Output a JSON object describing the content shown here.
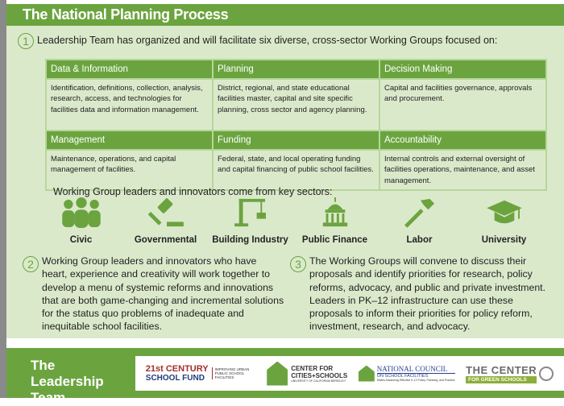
{
  "title": "The National Planning Process",
  "step1": {
    "num": "1",
    "text": "Leadership Team has organized and will facilitate six diverse, cross-sector Working Groups focused on:"
  },
  "groups": [
    {
      "title": "Data & Information",
      "desc": "Identification, definitions, collection, analysis, research, access, and technologies for facilities data and information management."
    },
    {
      "title": "Planning",
      "desc": "District, regional, and state educational facilities master, capital and site specific planning, cross sector and agency planning."
    },
    {
      "title": "Decision Making",
      "desc": "Capital and facilities governance, approvals and procurement."
    },
    {
      "title": "Management",
      "desc": "Maintenance, operations, and capital management of facilities."
    },
    {
      "title": "Funding",
      "desc": "Federal, state, and local operating funding and capital financing of public school facilities."
    },
    {
      "title": "Accountability",
      "desc": "Internal controls and external oversight of facilities operations, maintenance, and asset management."
    }
  ],
  "sectors_heading": "Working Group leaders and innovators come from key sectors:",
  "sectors": [
    {
      "label": "Civic",
      "icon": "people-icon"
    },
    {
      "label": "Governmental",
      "icon": "gavel-icon"
    },
    {
      "label": "Building Industry",
      "icon": "crane-icon"
    },
    {
      "label": "Public Finance",
      "icon": "capitol-icon"
    },
    {
      "label": "Labor",
      "icon": "hammer-icon"
    },
    {
      "label": "University",
      "icon": "graduation-cap-icon"
    }
  ],
  "step2": {
    "num": "2",
    "text": "Working Group leaders and innovators who have heart, experience and creativity will work together to develop a menu of systemic reforms and innovations that are both game-changing and incremental solutions for the status quo problems of inadequate and inequitable school facilities."
  },
  "step3": {
    "num": "3",
    "text": "The Working Groups will convene to discuss their proposals and identify priorities for research, policy reforms, advocacy, and public and private investment. Leaders in PK–12 infrastructure can use these proposals to inform their priorities for policy reform, investment, research, and advocacy."
  },
  "footer": {
    "title": "The Leadership Team",
    "logos": [
      {
        "name": "21st Century School Fund",
        "line1": "21st CENTURY",
        "line2": "SCHOOL FUND",
        "tag": "IMPROVING URBAN PUBLIC SCHOOL FACILITIES"
      },
      {
        "name": "Center for Cities + Schools",
        "line1": "CENTER FOR",
        "line2": "CITIES+SCHOOLS",
        "tag": "UNIVERSITY OF CALIFORNIA BERKELEY"
      },
      {
        "name": "National Council on School Facilities",
        "line1": "NATIONAL COUNCIL",
        "line2": "ON SCHOOL FACILITIES",
        "tag": "States Advancing Effective K-12 Policy, Planning, and Practice"
      },
      {
        "name": "The Center for Green Schools",
        "line1": "THE CENTER",
        "line2": "FOR GREEN SCHOOLS",
        "tag": ""
      }
    ]
  },
  "colors": {
    "green": "#6ba43f",
    "bg": "#dbe9cb"
  }
}
